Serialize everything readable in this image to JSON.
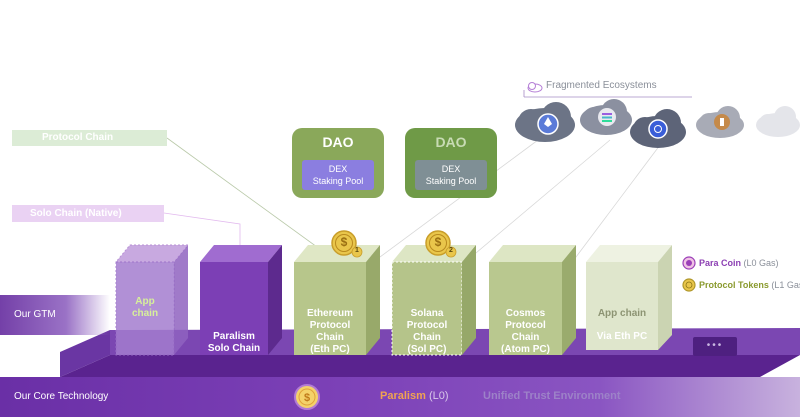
{
  "labels": {
    "protocol_chain": "Protocol Chain",
    "solo_chain": "Solo Chain (Native)",
    "our_gtm": "Our GTM",
    "our_core_technology": "Our Core Technology",
    "fragmented_ecosystems": "Fragmented Ecosystems"
  },
  "daos": [
    {
      "title": "DAO",
      "pool_line1": "DEX",
      "pool_line2": "Staking Pool"
    },
    {
      "title": "DAO",
      "pool_line1": "DEX",
      "pool_line2": "Staking Pool"
    }
  ],
  "columns": [
    {
      "label": "App\nchain"
    },
    {
      "label": "Paralism\nSolo Chain"
    },
    {
      "label": "Ethereum\nProtocol\nChain\n(Eth PC)",
      "badge": "1"
    },
    {
      "label": "Solana\nProtocol\nChain\n(Sol PC)",
      "badge": "2"
    },
    {
      "label": "Cosmos\nProtocol\nChain\n(Atom PC)"
    },
    {
      "label_top": "App chain",
      "label_bottom": "Via Eth PC"
    }
  ],
  "legend": [
    {
      "name": "Para Coin",
      "gas": "(L0 Gas)"
    },
    {
      "name": "Protocol Tokens",
      "gas": "(L1 Gas)"
    }
  ],
  "core": {
    "brand": "Paralism",
    "layer": "(L0)",
    "environment": "Unified Trust Environment",
    "more": "•••"
  },
  "icons": {
    "coin_symbol": "$",
    "ecosystems": [
      "ethereum-icon",
      "solana-icon",
      "cosmos-icon",
      "bitcoin-icon",
      "empty-cloud"
    ]
  },
  "colors": {
    "paralism_purple": "#6a2fa6",
    "protocol_green": "#a5b87a",
    "coin_gold": "#e6c24a",
    "brand_orange": "#f0a352"
  }
}
